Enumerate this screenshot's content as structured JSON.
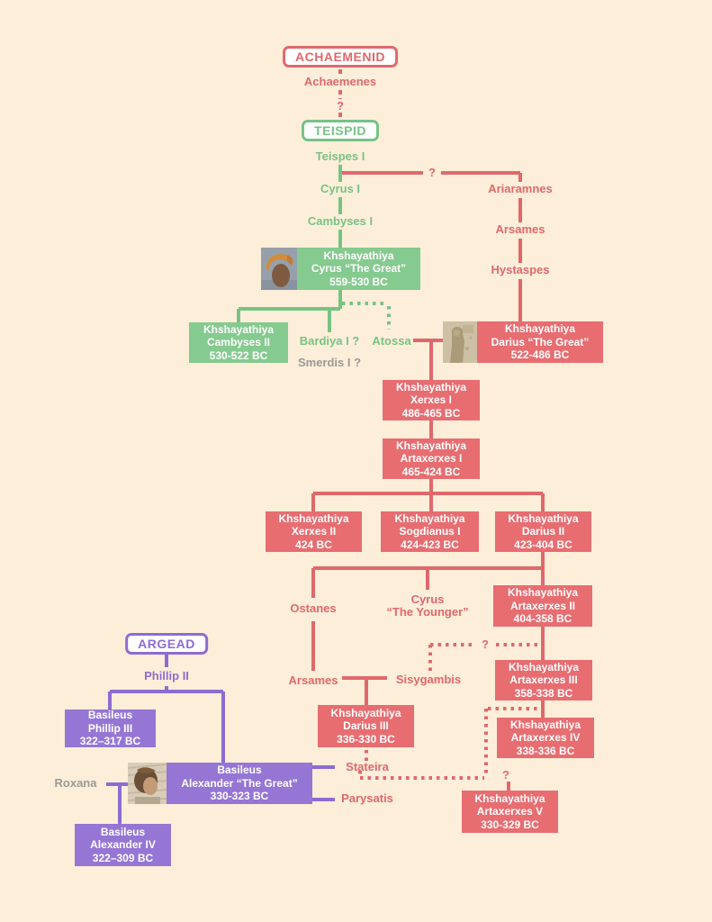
{
  "diagram_title": "Achaemenid dynasty family tree",
  "colors": {
    "background": "#fdeeda",
    "achaemenid_red": "#e0686c",
    "achaemenid_box_fill": "#e76d71",
    "teispid_green": "#76c384",
    "teispid_box_fill": "#85ca8f",
    "argead_purple": "#8d6cd1",
    "argead_box_fill": "#9576d4",
    "muted_gray": "#9b9a94",
    "box_text": "#ffffff"
  },
  "dynasty_labels": {
    "achaemenid": "ACHAEMENID",
    "teispid": "TEISPID",
    "argead": "ARGEAD"
  },
  "marks": {
    "uncertain": "?"
  },
  "people": {
    "achaemenes": "Achaemenes",
    "teispes": "Teispes I",
    "cyrus_i": "Cyrus I",
    "cambyses_i": "Cambyses I",
    "ariaramnes": "Ariaramnes",
    "arsames_elder": "Arsames",
    "hystaspes": "Hystaspes",
    "bardiya": "Bardiya I ?",
    "smerdis": "Smerdis I ?",
    "atossa": "Atossa",
    "ostanes": "Ostanes",
    "cyrus_younger_line1": "Cyrus",
    "cyrus_younger_line2": "“The Younger”",
    "arsames": "Arsames",
    "sisygambis": "Sisygambis",
    "stateira": "Stateira",
    "parysatis": "Parysatis",
    "roxana": "Roxana",
    "phillip_ii": "Phillip II"
  },
  "kings": {
    "cyrus_great": {
      "title": "Khshayathiya",
      "name": "Cyrus “The Great”",
      "years": "559-530 BC"
    },
    "cambyses_ii": {
      "title": "Khshayathiya",
      "name": "Cambyses II",
      "years": "530-522 BC"
    },
    "darius_great": {
      "title": "Khshayathiya",
      "name": "Darius “The Great”",
      "years": "522-486 BC"
    },
    "xerxes_i": {
      "title": "Khshayathiya",
      "name": "Xerxes I",
      "years": "486-465 BC"
    },
    "artaxerxes_i": {
      "title": "Khshayathiya",
      "name": "Artaxerxes I",
      "years": "465-424 BC"
    },
    "xerxes_ii": {
      "title": "Khshayathiya",
      "name": "Xerxes II",
      "years": "424 BC"
    },
    "sogdianus_i": {
      "title": "Khshayathiya",
      "name": "Sogdianus I",
      "years": "424-423 BC"
    },
    "darius_ii": {
      "title": "Khshayathiya",
      "name": "Darius II",
      "years": "423-404 BC"
    },
    "artaxerxes_ii": {
      "title": "Khshayathiya",
      "name": "Artaxerxes II",
      "years": "404-358 BC"
    },
    "artaxerxes_iii": {
      "title": "Khshayathiya",
      "name": "Artaxerxes III",
      "years": "358-338 BC"
    },
    "artaxerxes_iv": {
      "title": "Khshayathiya",
      "name": "Artaxerxes IV",
      "years": "338-336 BC"
    },
    "darius_iii": {
      "title": "Khshayathiya",
      "name": "Darius III",
      "years": "336-330 BC"
    },
    "artaxerxes_v": {
      "title": "Khshayathiya",
      "name": "Artaxerxes V",
      "years": "330-329 BC"
    },
    "phillip_iii": {
      "title": "Basileus",
      "name": "Phillip III",
      "years": "322–317 BC"
    },
    "alexander_great": {
      "title": "Basileus",
      "name": "Alexander “The Great”",
      "years": "330-323 BC"
    },
    "alexander_iv": {
      "title": "Basileus",
      "name": "Alexander IV",
      "years": "322–309 BC"
    }
  }
}
